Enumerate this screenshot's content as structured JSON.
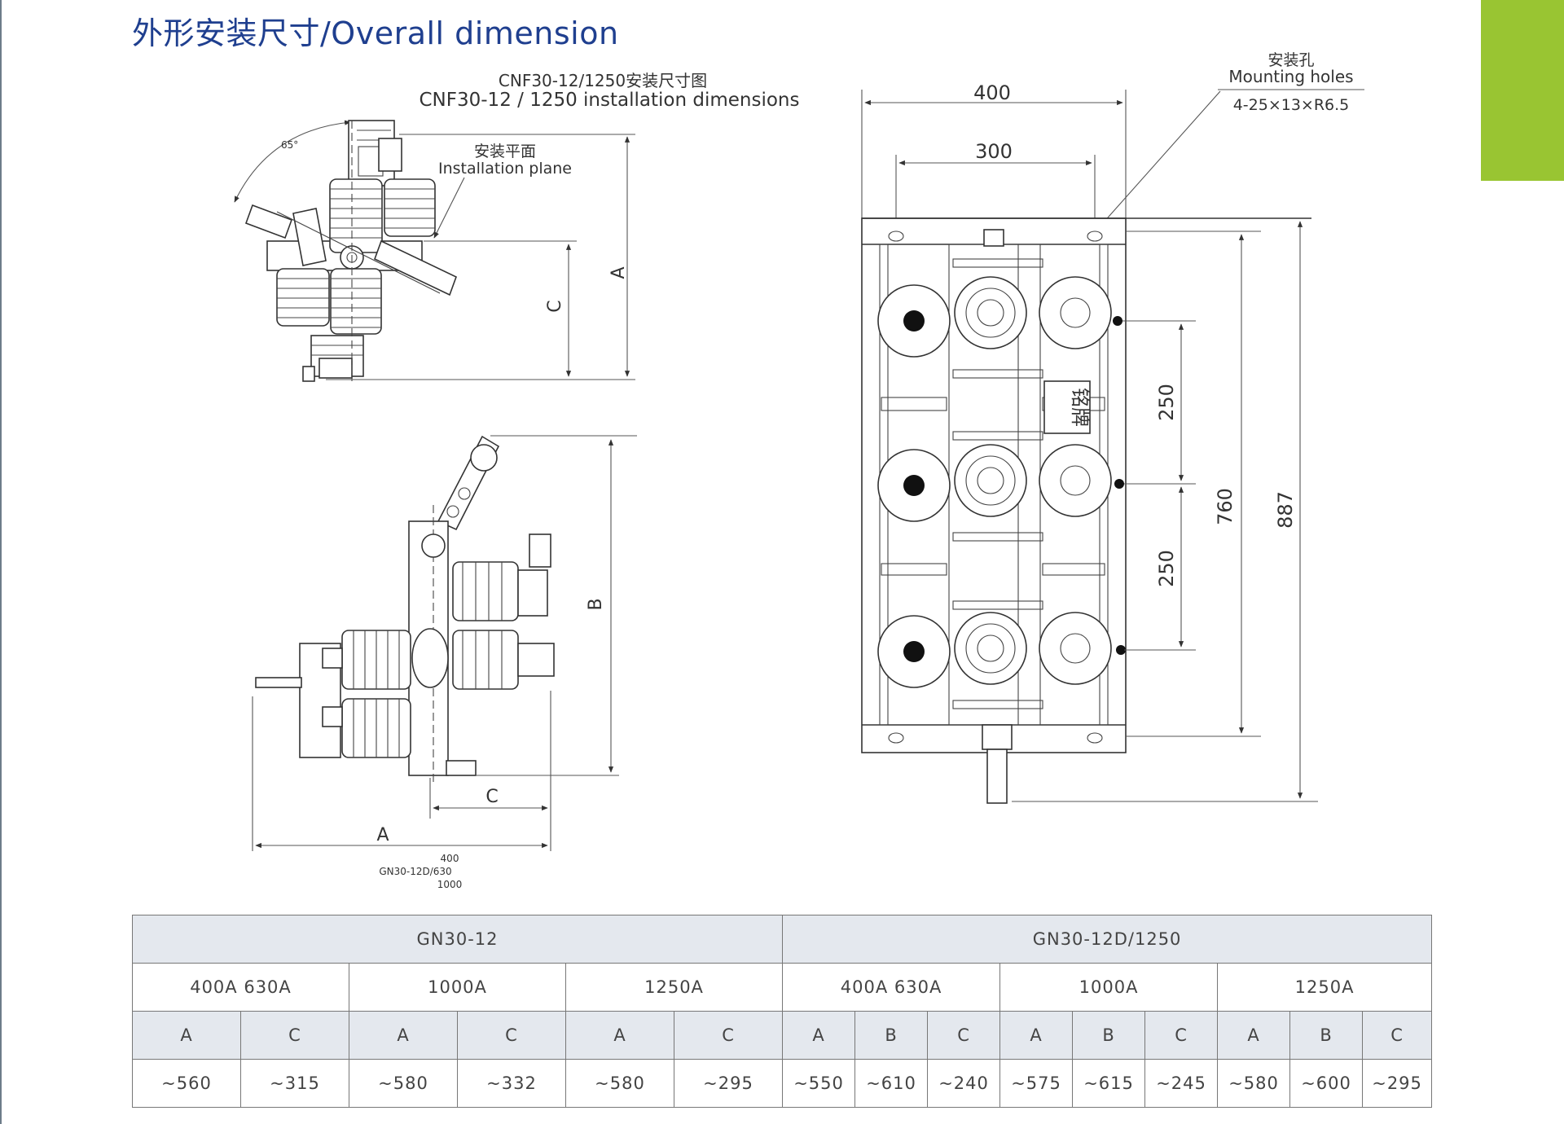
{
  "page": {
    "title": "外形安装尺寸/Overall dimension"
  },
  "drawing_cnf": {
    "title_cn": "CNF30-12/1250安装尺寸图",
    "title_en": "CNF30-12 / 1250 installation dimensions",
    "angle_label": "65°",
    "plane_label_cn": "安装平面",
    "plane_label_en": "Installation plane",
    "dim_a": "A",
    "dim_c": "C"
  },
  "drawing_gn_side": {
    "dim_b": "B",
    "dim_c": "C",
    "dim_a": "A",
    "caption_lines": [
      "400",
      "GN30-12D/630",
      "1000"
    ]
  },
  "drawing_front": {
    "dim_400": "400",
    "dim_300": "300",
    "holes_label_cn": "安装孔",
    "holes_label_en": "Mounting holes",
    "holes_spec": "4-25×13×R6.5",
    "dim_250_upper": "250",
    "dim_250_lower": "250",
    "dim_760": "760",
    "dim_887": "887",
    "nameplate": "铭牌"
  },
  "table": {
    "models": [
      "GN30-12",
      "GN30-12D/1250"
    ],
    "ratings": [
      "400A  630A",
      "1000A",
      "1250A",
      "400A  630A",
      "1000A",
      "1250A"
    ],
    "columns": [
      "A",
      "C",
      "A",
      "C",
      "A",
      "C",
      "A",
      "B",
      "C",
      "A",
      "B",
      "C",
      "A",
      "B",
      "C"
    ],
    "values": [
      "~560",
      "~315",
      "~580",
      "~332",
      "~580",
      "~295",
      "~550",
      "~610",
      "~240",
      "~575",
      "~615",
      "~245",
      "~580",
      "~600",
      "~295"
    ]
  }
}
